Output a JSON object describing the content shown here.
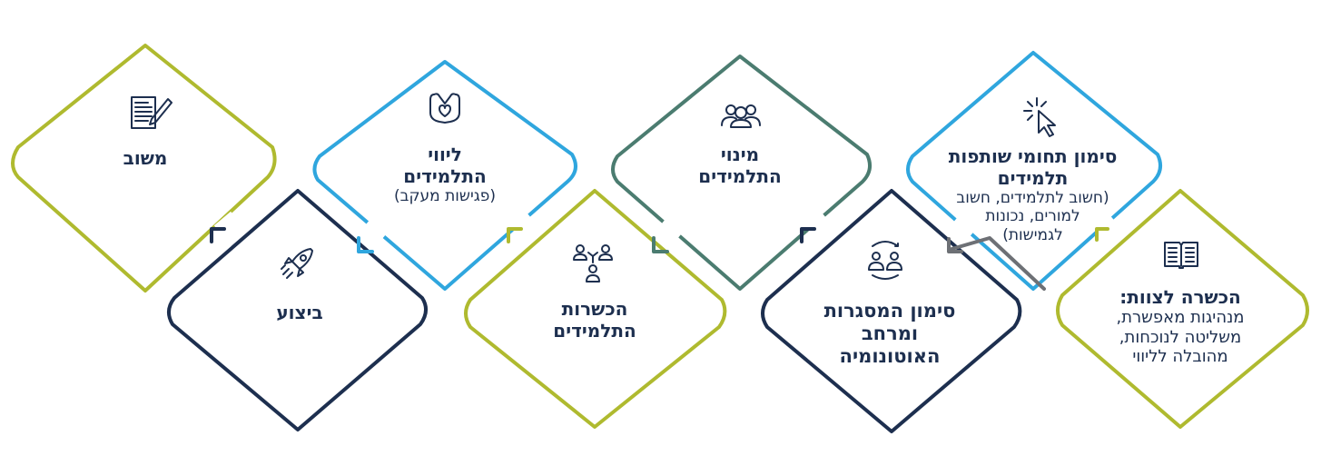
{
  "colors": {
    "navy": "#1d2f4f",
    "olive": "#afba2f",
    "lightblue": "#2fa6de",
    "teal": "#4b7c70",
    "gray": "#6d7075"
  },
  "steps": [
    {
      "title": "הכשרה לצוות:",
      "subtitle": "מנהיגות מאפשרת,\nמשליטה לנוכחות,\nמהובלה לליווי",
      "color": "olive",
      "icon": "open-book-icon"
    },
    {
      "title": "סימון תחומי שותפות\nתלמידים",
      "subtitle": "(חשוב לתלמידים, חשוב\nלמורים, נכונות\nלגמישות)",
      "color": "lightblue",
      "icon": "cursor-click-icon"
    },
    {
      "title": "סימון המסגרות\nומרחב\nהאוטונומיה",
      "subtitle": "",
      "color": "navy",
      "icon": "people-cycle-icon"
    },
    {
      "title": "מינוי\nהתלמידים",
      "subtitle": "",
      "color": "teal",
      "icon": "group-people-icon"
    },
    {
      "title": "הכשרות\nהתלמידים",
      "subtitle": "",
      "color": "olive",
      "icon": "network-people-icon"
    },
    {
      "title": "ליווי\nהתלמידים",
      "subtitle": "(פגישות מעקב)",
      "color": "lightblue",
      "icon": "heart-hands-icon"
    },
    {
      "title": "ביצוע",
      "subtitle": "",
      "color": "navy",
      "icon": "rocket-icon"
    },
    {
      "title": "משוב",
      "subtitle": "",
      "color": "olive",
      "icon": "feedback-form-icon"
    }
  ]
}
